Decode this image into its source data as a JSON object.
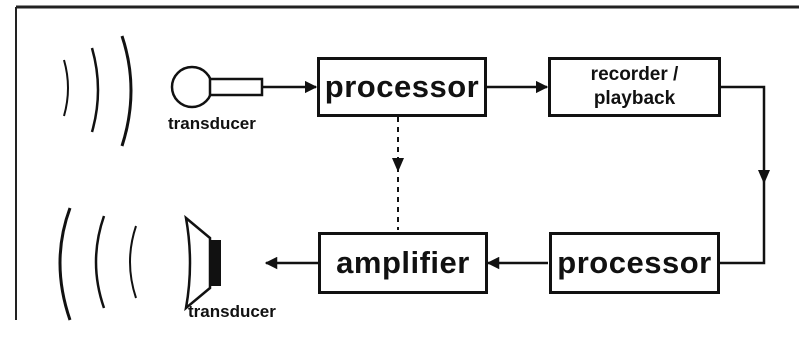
{
  "diagram": {
    "blocks": {
      "processor_top": "processor",
      "recorder_line1": "recorder /",
      "recorder_line2": "playback",
      "amplifier": "amplifier",
      "processor_bottom": "processor"
    },
    "captions": {
      "input_transducer": "transducer",
      "output_transducer": "transducer"
    },
    "line_color": "#111111",
    "background": "#ffffff"
  }
}
